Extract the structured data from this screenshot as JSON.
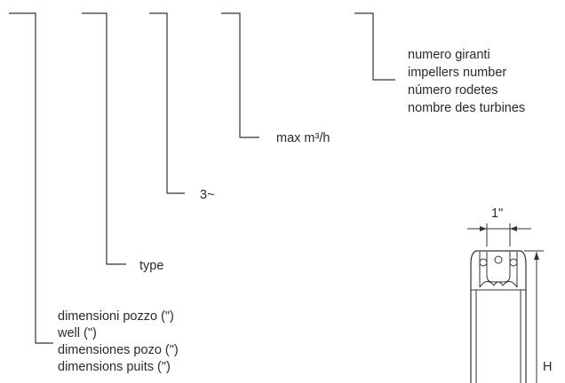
{
  "leaders": {
    "impellers": {
      "lines": [
        "numero giranti",
        "impellers number",
        "número rodetes",
        "nombre des turbines"
      ]
    },
    "flow": {
      "label": "max m³/h"
    },
    "phase": {
      "label": "3~"
    },
    "type": {
      "label": "type"
    },
    "well": {
      "lines": [
        "dimensioni pozzo (\")",
        "well (\")",
        "dimensiones pozo (\")",
        "dimensions puits (\")"
      ]
    }
  },
  "pump": {
    "outlet_label": "1\"",
    "height_label": "H"
  }
}
